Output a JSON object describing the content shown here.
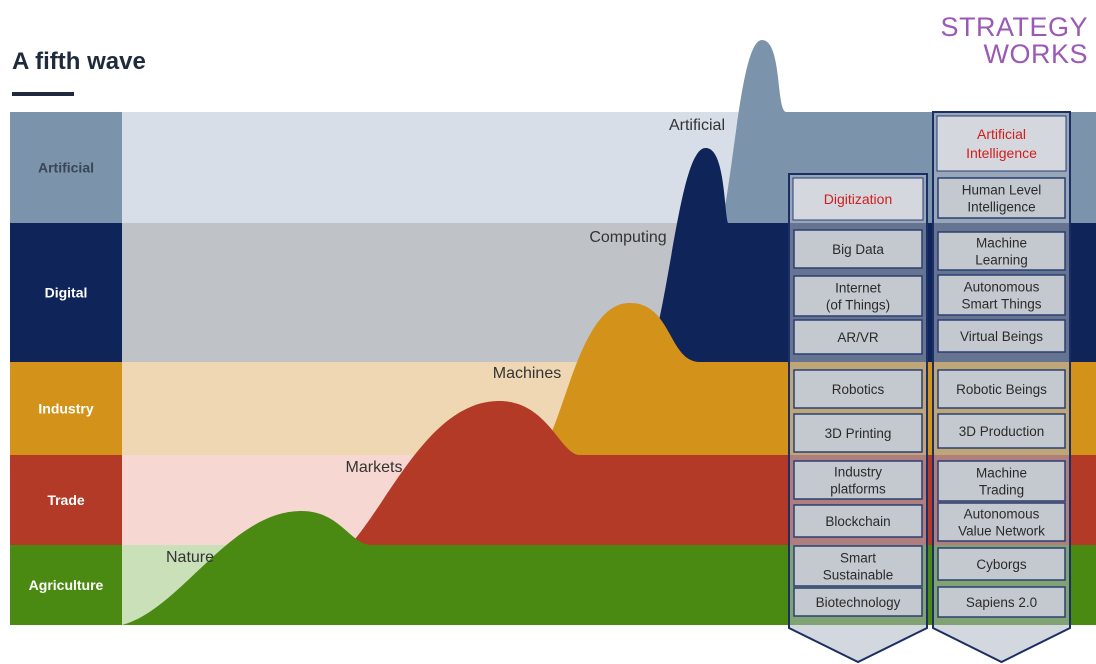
{
  "title": "A fifth wave",
  "brand": {
    "line1": "STRATEGY",
    "line2": "WORKS"
  },
  "bands": [
    {
      "label": "Artificial",
      "dark": "#7b93ab",
      "light": "#d8dee8"
    },
    {
      "label": "Digital",
      "dark": "#0f2458",
      "light": "#bfc3c8"
    },
    {
      "label": "Industry",
      "dark": "#d3931a",
      "light": "#efd7b4"
    },
    {
      "label": "Trade",
      "dark": "#b23a26",
      "light": "#f6d7d1"
    },
    {
      "label": "Agriculture",
      "dark": "#4b8a12",
      "light": "#c9e0b8"
    }
  ],
  "waves": [
    {
      "label": "Nature",
      "color": "#4b8a12"
    },
    {
      "label": "Markets",
      "color": "#b23a26"
    },
    {
      "label": "Machines",
      "color": "#d3931a"
    },
    {
      "label": "Computing",
      "color": "#0f2458"
    },
    {
      "label": "Artificial",
      "color": "#7b93ab"
    }
  ],
  "columns": {
    "digitization": {
      "header": "Digitization",
      "items": [
        [
          "Big Data"
        ],
        [
          "Internet",
          "(of Things)"
        ],
        [
          "AR/VR"
        ],
        [
          "Robotics"
        ],
        [
          "3D Printing"
        ],
        [
          "Industry",
          "platforms"
        ],
        [
          "Blockchain"
        ],
        [
          "Smart",
          "Sustainable"
        ],
        [
          "Biotechnology"
        ]
      ]
    },
    "ai": {
      "header": [
        "Artificial",
        "Intelligence"
      ],
      "items": [
        [
          "Human Level",
          "Intelligence"
        ],
        [
          "Machine",
          "Learning"
        ],
        [
          "Autonomous",
          "Smart Things"
        ],
        [
          "Virtual Beings"
        ],
        [
          "Robotic Beings"
        ],
        [
          "3D Production"
        ],
        [
          "Machine",
          "Trading"
        ],
        [
          "Autonomous",
          "Value Network"
        ],
        [
          "Cyborgs"
        ],
        [
          "Sapiens 2.0"
        ]
      ]
    }
  },
  "colors": {
    "box_fill": "#c4c9d0",
    "box_border": "#2a3f73",
    "column_border": "#1b2f66"
  }
}
